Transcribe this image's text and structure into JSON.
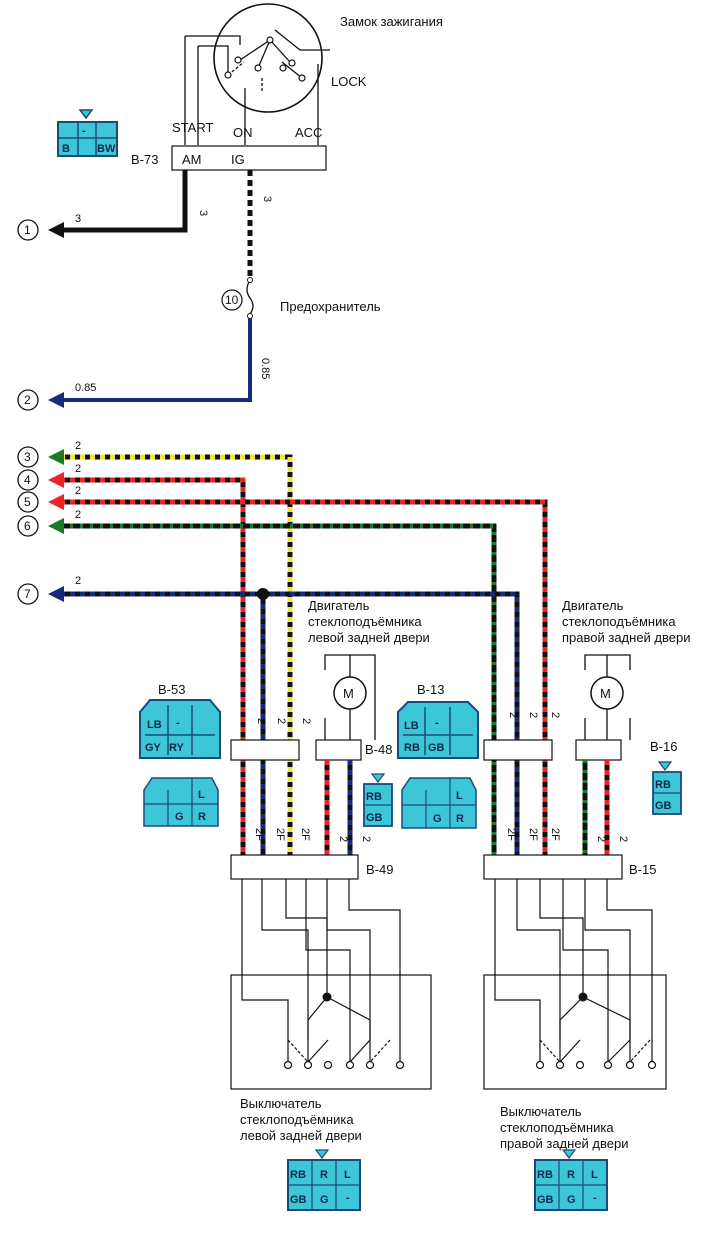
{
  "ignition": {
    "title": "Замок зажигания",
    "lock": "LOCK",
    "start": "START",
    "on": "ON",
    "acc": "ACC",
    "am": "AM",
    "ig": "IG",
    "connector": "B-73"
  },
  "fuse": {
    "number": "10",
    "label": "Предохранитель"
  },
  "wires": {
    "w1": "3",
    "w1b": "3",
    "w2": "0.85",
    "w2b": "0.85",
    "w3": "3",
    "w_2a": "2",
    "w_2b": "2",
    "w_2c": "2",
    "w_2d": "2",
    "w_2e": "2"
  },
  "circles": [
    "1",
    "2",
    "3",
    "4",
    "5",
    "6",
    "7"
  ],
  "motor_left": {
    "line1": "Двигатель",
    "line2": "стеклоподъёмника",
    "line3": "левой задней двери",
    "symbol": "M"
  },
  "motor_right": {
    "line1": "Двигатель",
    "line2": "стеклоподъёмника",
    "line3": "правой задней двери",
    "symbol": "M"
  },
  "switch_left": {
    "line1": "Выключатель",
    "line2": "стеклоподъёмника",
    "line3": "левой задней двери"
  },
  "switch_right": {
    "line1": "Выключатель",
    "line2": "стеклоподъёмника",
    "line3": "правой задней двери"
  },
  "connectors": {
    "b53": {
      "name": "B-53",
      "cells": [
        "LB",
        "-",
        "GY",
        "RY"
      ]
    },
    "b53f": {
      "cells": [
        "L",
        "G",
        "R"
      ]
    },
    "b13": {
      "name": "B-13",
      "cells": [
        "LB",
        "-",
        "RB",
        "GB"
      ]
    },
    "b13f": {
      "cells": [
        "L",
        "G",
        "R"
      ]
    },
    "b48": {
      "name": "B-48",
      "cells": [
        "RB",
        "GB"
      ]
    },
    "b49": {
      "name": "B-49"
    },
    "b15": {
      "name": "B-15"
    },
    "b16": {
      "name": "B-16",
      "cells": [
        "RB",
        "GB"
      ]
    },
    "b73c": {
      "cells": [
        "-",
        "B",
        "BW"
      ]
    },
    "swl": {
      "cells": [
        "RB",
        "R",
        "L",
        "GB",
        "G",
        "-"
      ]
    },
    "swr": {
      "cells": [
        "RB",
        "R",
        "L",
        "GB",
        "G",
        "-"
      ]
    }
  },
  "pins": {
    "two": "2",
    "twoF": "2F"
  },
  "colors": {
    "black": "#111111",
    "red": "#e8262a",
    "yellow": "#f2e83a",
    "green": "#1a7a2a",
    "navy": "#1a2a7a",
    "cyan": "#3cc6d8",
    "connector_border": "#1b4a7a"
  }
}
